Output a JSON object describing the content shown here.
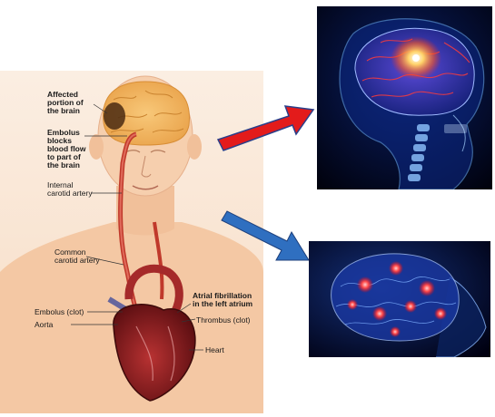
{
  "labels": {
    "affected": [
      "Affected",
      "portion of",
      "the brain"
    ],
    "embolus_blocks": [
      "Embolus",
      "blocks",
      "blood flow",
      "to part of",
      "the brain"
    ],
    "internal_carotid": [
      "Internal",
      "carotid artery"
    ],
    "common_carotid": [
      "Common",
      "carotid artery"
    ],
    "embolus_clot": "Embolus (clot)",
    "aorta": "Aorta",
    "atrial_fib": [
      "Atrial fibrillation",
      "in the left atrium"
    ],
    "thrombus": "Thrombus (clot)",
    "heart": "Heart"
  },
  "colors": {
    "skin": "#f6cfae",
    "brain": "#f2b560",
    "artery": "#c0392b",
    "heart": "#8c1c1c",
    "red_arrow": "#e31b1b",
    "blue_arrow": "#2f6fc0",
    "scan_glow": "#2b6cff"
  }
}
